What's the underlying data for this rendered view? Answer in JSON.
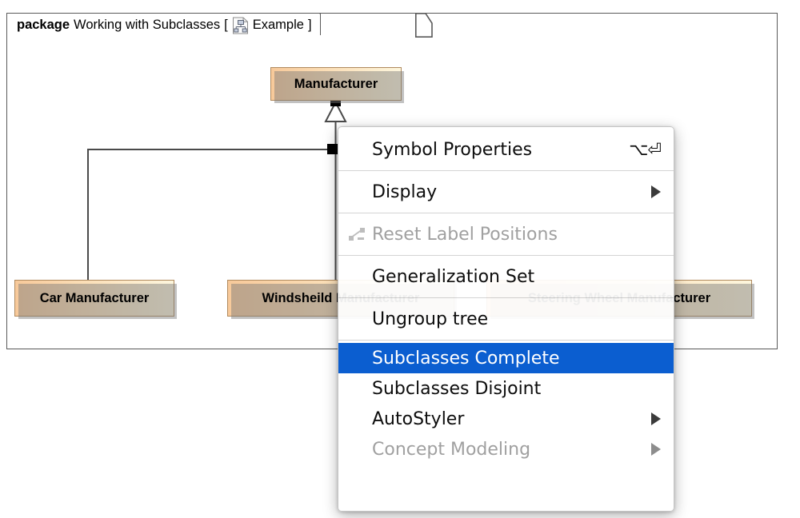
{
  "package": {
    "keyword": "package",
    "name": "Working with Subclasses",
    "bracket_open": "[",
    "bracket_close": "]",
    "diagram_icon": "diagram-tree-document-icon",
    "diagram_name": "Example"
  },
  "diagram": {
    "classes": [
      {
        "name": "Manufacturer",
        "role": "superclass"
      },
      {
        "name": "Car Manufacturer",
        "role": "subclass"
      },
      {
        "name": "Windsheild Manufacturer",
        "role": "subclass"
      },
      {
        "name": "Steering Wheel Manufacturer",
        "role": "subclass"
      }
    ],
    "relationship": "generalization-tree",
    "selection_handles": 2,
    "colors": {
      "class_fill_start": "#f7c99a",
      "class_fill_end": "#fdf6dd",
      "class_border": "#b08a5e",
      "frame_border": "#595959",
      "connector": "#4a4a4a"
    }
  },
  "context_menu": {
    "items": [
      {
        "label": "Symbol Properties",
        "shortcut": "⌥⏎",
        "disabled": false,
        "submenu": false,
        "highlighted": false,
        "icon": null
      },
      {
        "separator": true
      },
      {
        "label": "Display",
        "shortcut": "",
        "disabled": false,
        "submenu": true,
        "highlighted": false,
        "icon": null
      },
      {
        "separator": true
      },
      {
        "label": "Reset Label Positions",
        "shortcut": "",
        "disabled": true,
        "submenu": false,
        "highlighted": false,
        "icon": "reset-label-positions-icon"
      },
      {
        "separator": true
      },
      {
        "label": "Generalization Set",
        "shortcut": "",
        "disabled": false,
        "submenu": false,
        "highlighted": false,
        "icon": null
      },
      {
        "separator": true
      },
      {
        "label": "Ungroup tree",
        "shortcut": "",
        "disabled": false,
        "submenu": false,
        "highlighted": false,
        "icon": null
      },
      {
        "separator": true
      },
      {
        "label": "Subclasses Complete",
        "shortcut": "",
        "disabled": false,
        "submenu": false,
        "highlighted": true,
        "icon": null
      },
      {
        "label": "Subclasses Disjoint",
        "shortcut": "",
        "disabled": false,
        "submenu": false,
        "highlighted": false,
        "icon": null
      },
      {
        "label": "AutoStyler",
        "shortcut": "",
        "disabled": false,
        "submenu": true,
        "highlighted": false,
        "icon": null
      },
      {
        "label": "Concept Modeling",
        "shortcut": "",
        "disabled": true,
        "submenu": true,
        "highlighted": false,
        "icon": null
      }
    ],
    "highlight_color": "#0b5ed0",
    "disabled_color": "#a0a0a0"
  }
}
